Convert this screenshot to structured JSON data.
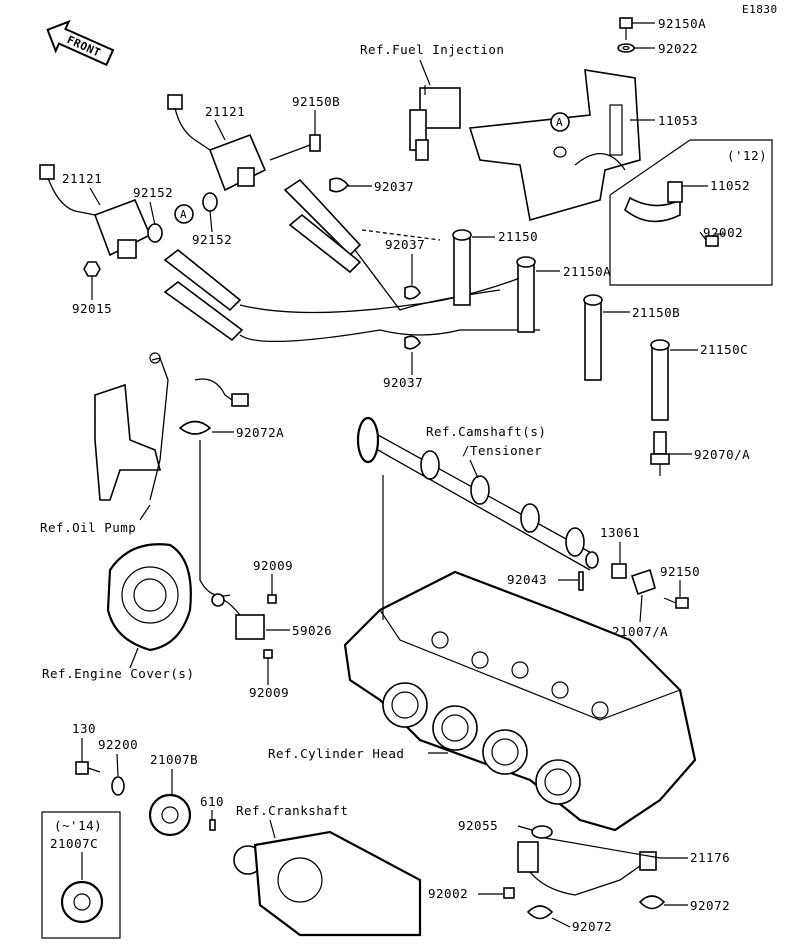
{
  "diagram": {
    "figure_code": "E1830",
    "front_label": "FRONT",
    "callouts": {
      "c92150A": "92150A",
      "c92022": "92022",
      "ref_fuel": "Ref.Fuel Injection",
      "c11053": "11053",
      "c21121_a": "21121",
      "c92150B": "92150B",
      "c21121_b": "21121",
      "c92037_a": "92037",
      "c92152_a": "92152",
      "c92152_b": "92152",
      "c92015": "92015",
      "c92037_b": "92037",
      "c21150": "21150",
      "c21150A": "21150A",
      "c21150B": "21150B",
      "c21150C": "21150C",
      "c92037_c": "92037",
      "year12": "('12)",
      "c11052": "11052",
      "c92002_a": "92002",
      "marker_a1": "A",
      "marker_a2": "A",
      "c92072A": "92072A",
      "ref_camshaft": "Ref.Camshaft(s)",
      "tensioner": "/Tensioner",
      "c92070A": "92070/A",
      "ref_oil": "Ref.Oil Pump",
      "c13061": "13061",
      "c92009_a": "92009",
      "c92043": "92043",
      "c92150": "92150",
      "c59026": "59026",
      "c21007A": "21007/A",
      "ref_engine_cover": "Ref.Engine Cover(s)",
      "c92009_b": "92009",
      "c130": "130",
      "c92200": "92200",
      "c21007B": "21007B",
      "c610": "610",
      "ref_crankshaft": "Ref.Crankshaft",
      "ref_cylhead": "Ref.Cylinder Head",
      "year14": "(~'14)",
      "c21007C": "21007C",
      "c92055": "92055",
      "c21176": "21176",
      "c92002_b": "92002",
      "c92072_a": "92072",
      "c92072_b": "92072"
    }
  }
}
